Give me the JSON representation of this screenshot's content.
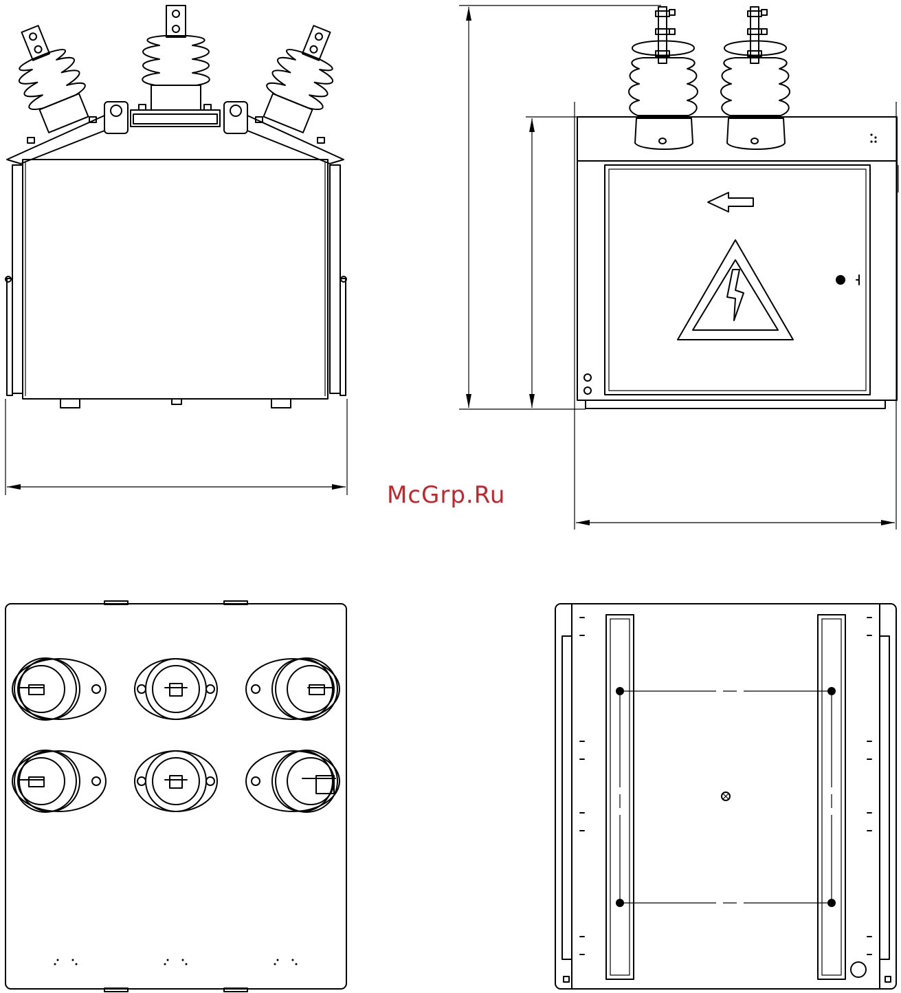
{
  "watermark": {
    "text": "McGrp.Ru",
    "color": "#c0272d"
  },
  "views": [
    {
      "id": "front-view",
      "bushings": 3
    },
    {
      "id": "side-view",
      "bushings": 2,
      "door_arrow": "left",
      "hazard_symbol": "high-voltage"
    },
    {
      "id": "top-view",
      "bushing_pairs": 3
    },
    {
      "id": "bottom-view",
      "rails": 2,
      "mounting_holes": 4
    }
  ],
  "dimensions": [
    {
      "id": "front-width",
      "orientation": "horizontal",
      "label": ""
    },
    {
      "id": "side-total-height",
      "orientation": "vertical",
      "label": ""
    },
    {
      "id": "side-body-height",
      "orientation": "vertical",
      "label": ""
    },
    {
      "id": "side-width",
      "orientation": "horizontal",
      "label": ""
    }
  ],
  "icons": [
    "lightning-icon",
    "left-arrow-icon",
    "bolt-icon"
  ]
}
